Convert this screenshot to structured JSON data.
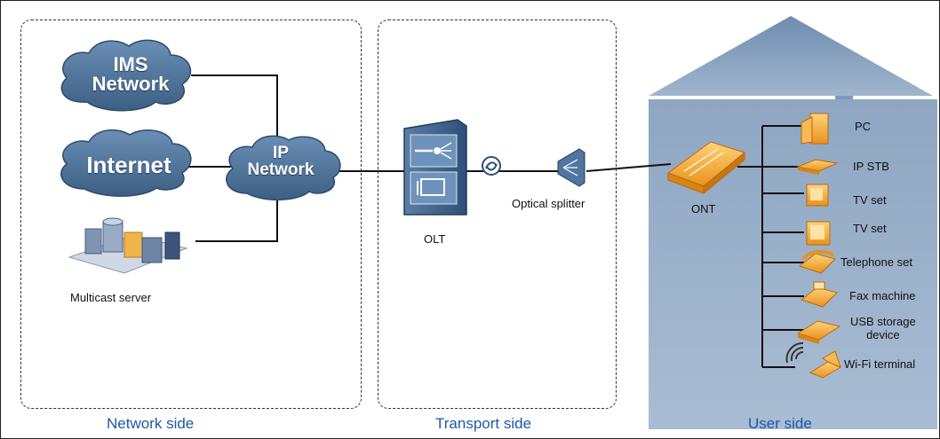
{
  "zones": {
    "network_side": "Network side",
    "transport_side": "Transport side",
    "user_side": "User side"
  },
  "clouds": {
    "ims_line1": "IMS",
    "ims_line2": "Network",
    "internet": "Internet",
    "ip_line1": "IP",
    "ip_line2": "Network"
  },
  "labels": {
    "multicast_server": "Multicast server",
    "olt": "OLT",
    "optical_splitter": "Optical splitter",
    "ont": "ONT"
  },
  "devices": [
    {
      "name": "PC",
      "icon": "pc-icon"
    },
    {
      "name": "IP STB",
      "icon": "set-top-box-icon"
    },
    {
      "name": "TV set",
      "icon": "tv-icon"
    },
    {
      "name": "TV set",
      "icon": "tv-icon"
    },
    {
      "name": "Telephone set",
      "icon": "telephone-icon"
    },
    {
      "name": "Fax machine",
      "icon": "fax-icon"
    },
    {
      "name": "USB storage",
      "name_line2": "device",
      "icon": "usb-storage-icon"
    },
    {
      "name": "Wi-Fi terminal",
      "icon": "wifi-laptop-icon"
    }
  ],
  "colors": {
    "cloud": "#4a6f93",
    "house": "#8fa8c4",
    "device": "#f2a73b",
    "zone_label": "#1f57a5"
  }
}
